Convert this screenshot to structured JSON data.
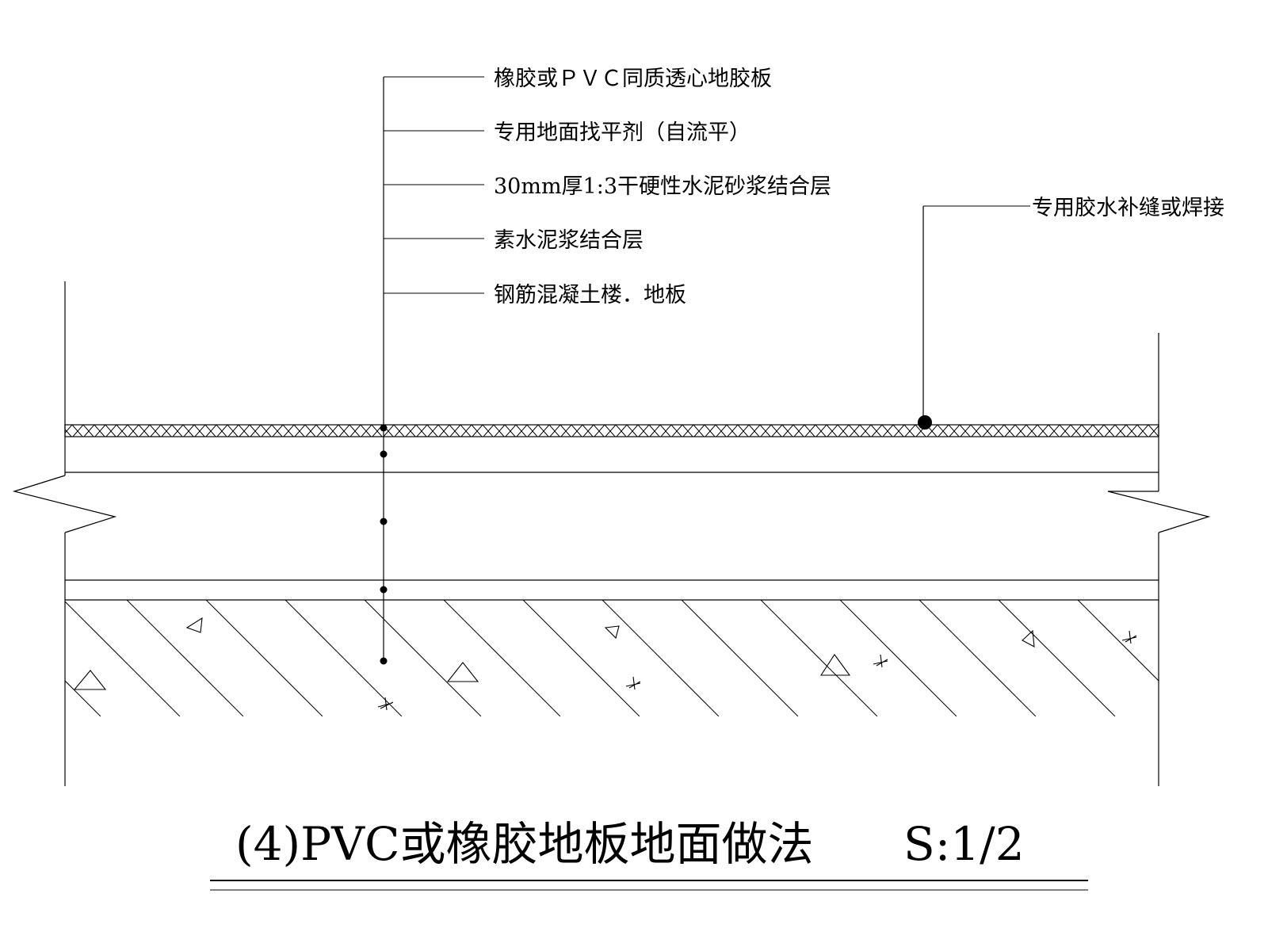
{
  "callouts": {
    "layer_1": "橡胶或ＰＶＣ同质透心地胶板",
    "layer_2": "专用地面找平剂（自流平）",
    "layer_3": "30mm厚1:3干硬性水泥砂浆结合层",
    "layer_4": "素水泥浆结合层",
    "layer_5": "钢筋混凝土楼．地板",
    "seam": "专用胶水补缝或焊接"
  },
  "title": {
    "main": "(4)PVC或橡胶地板地面做法",
    "scale": "S:1/2"
  },
  "colors": {
    "line": "#000000",
    "background": "#ffffff"
  }
}
